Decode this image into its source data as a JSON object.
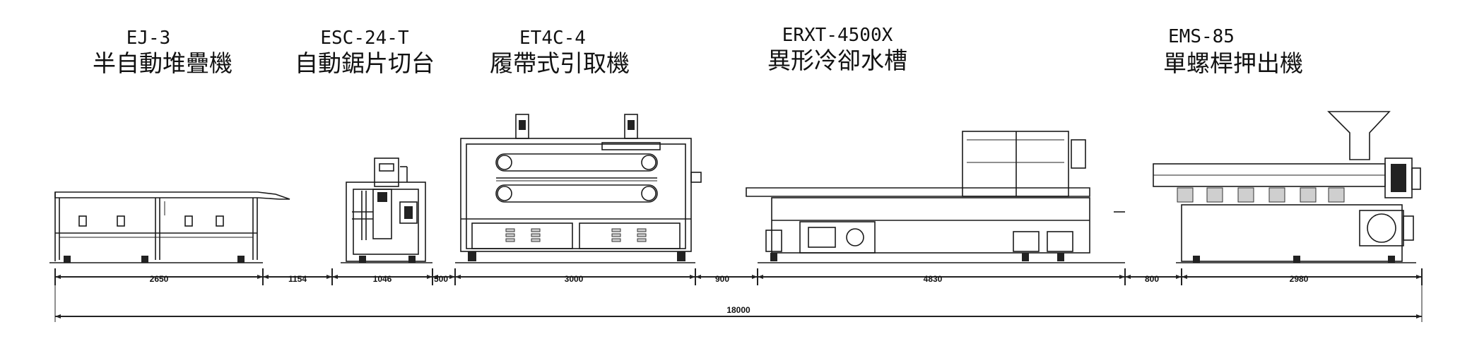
{
  "machines": [
    {
      "model": "EJ-3",
      "name": "半自動堆疊機"
    },
    {
      "model": "ESC-24-T",
      "name": "自動鋸片切台"
    },
    {
      "model": "ET4C-4",
      "name": "履帶式引取機"
    },
    {
      "model": "ERXT-4500X",
      "name": "異形冷卻水槽"
    },
    {
      "model": "EMS-85",
      "name": "單螺桿押出機"
    }
  ],
  "dimensions": {
    "segments": [
      "2650",
      "1154",
      "1046",
      "500",
      "3000",
      "900",
      "4830",
      "800",
      "2980"
    ],
    "total": "18000"
  },
  "colors": {
    "line": "#222222",
    "background": "#ffffff"
  }
}
